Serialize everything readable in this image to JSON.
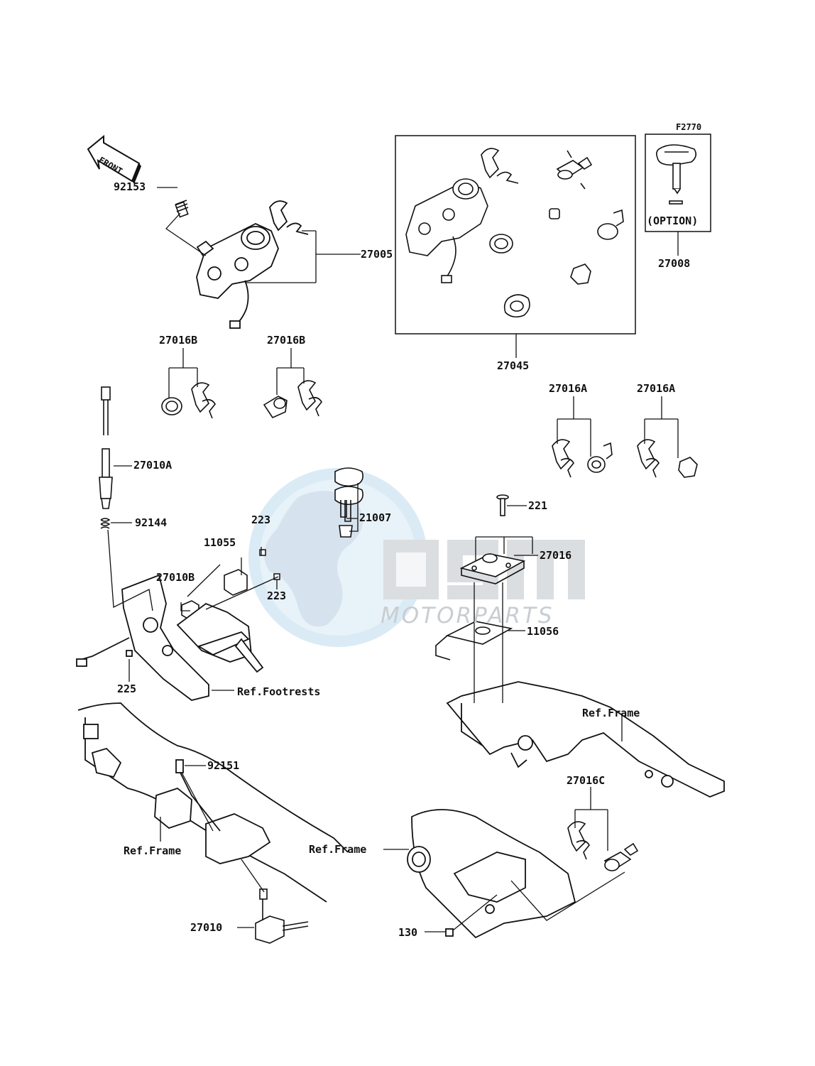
{
  "diagram": {
    "code": "F2770",
    "front_marker": "FRONT",
    "option_label": "(OPTION)",
    "parts": {
      "p92153": "92153",
      "p27005": "27005",
      "p27045": "27045",
      "p27008": "27008",
      "p27016B_1": "27016B",
      "p27016B_2": "27016B",
      "p27016A_1": "27016A",
      "p27016A_2": "27016A",
      "p27010A": "27010A",
      "p92144": "92144",
      "p21007": "21007",
      "p221": "221",
      "p223_1": "223",
      "p223_2": "223",
      "p11055": "11055",
      "p27016": "27016",
      "p27010B": "27010B",
      "p11056": "11056",
      "p225": "225",
      "p92151": "92151",
      "p27016C": "27016C",
      "p27010": "27010",
      "p130": "130"
    },
    "refs": {
      "footrests": "Ref.Footrests",
      "frame_right": "Ref.Frame",
      "frame_left": "Ref.Frame",
      "frame_bottom": "Ref.Frame"
    }
  },
  "watermark": {
    "text": "MOTORPARTS"
  }
}
